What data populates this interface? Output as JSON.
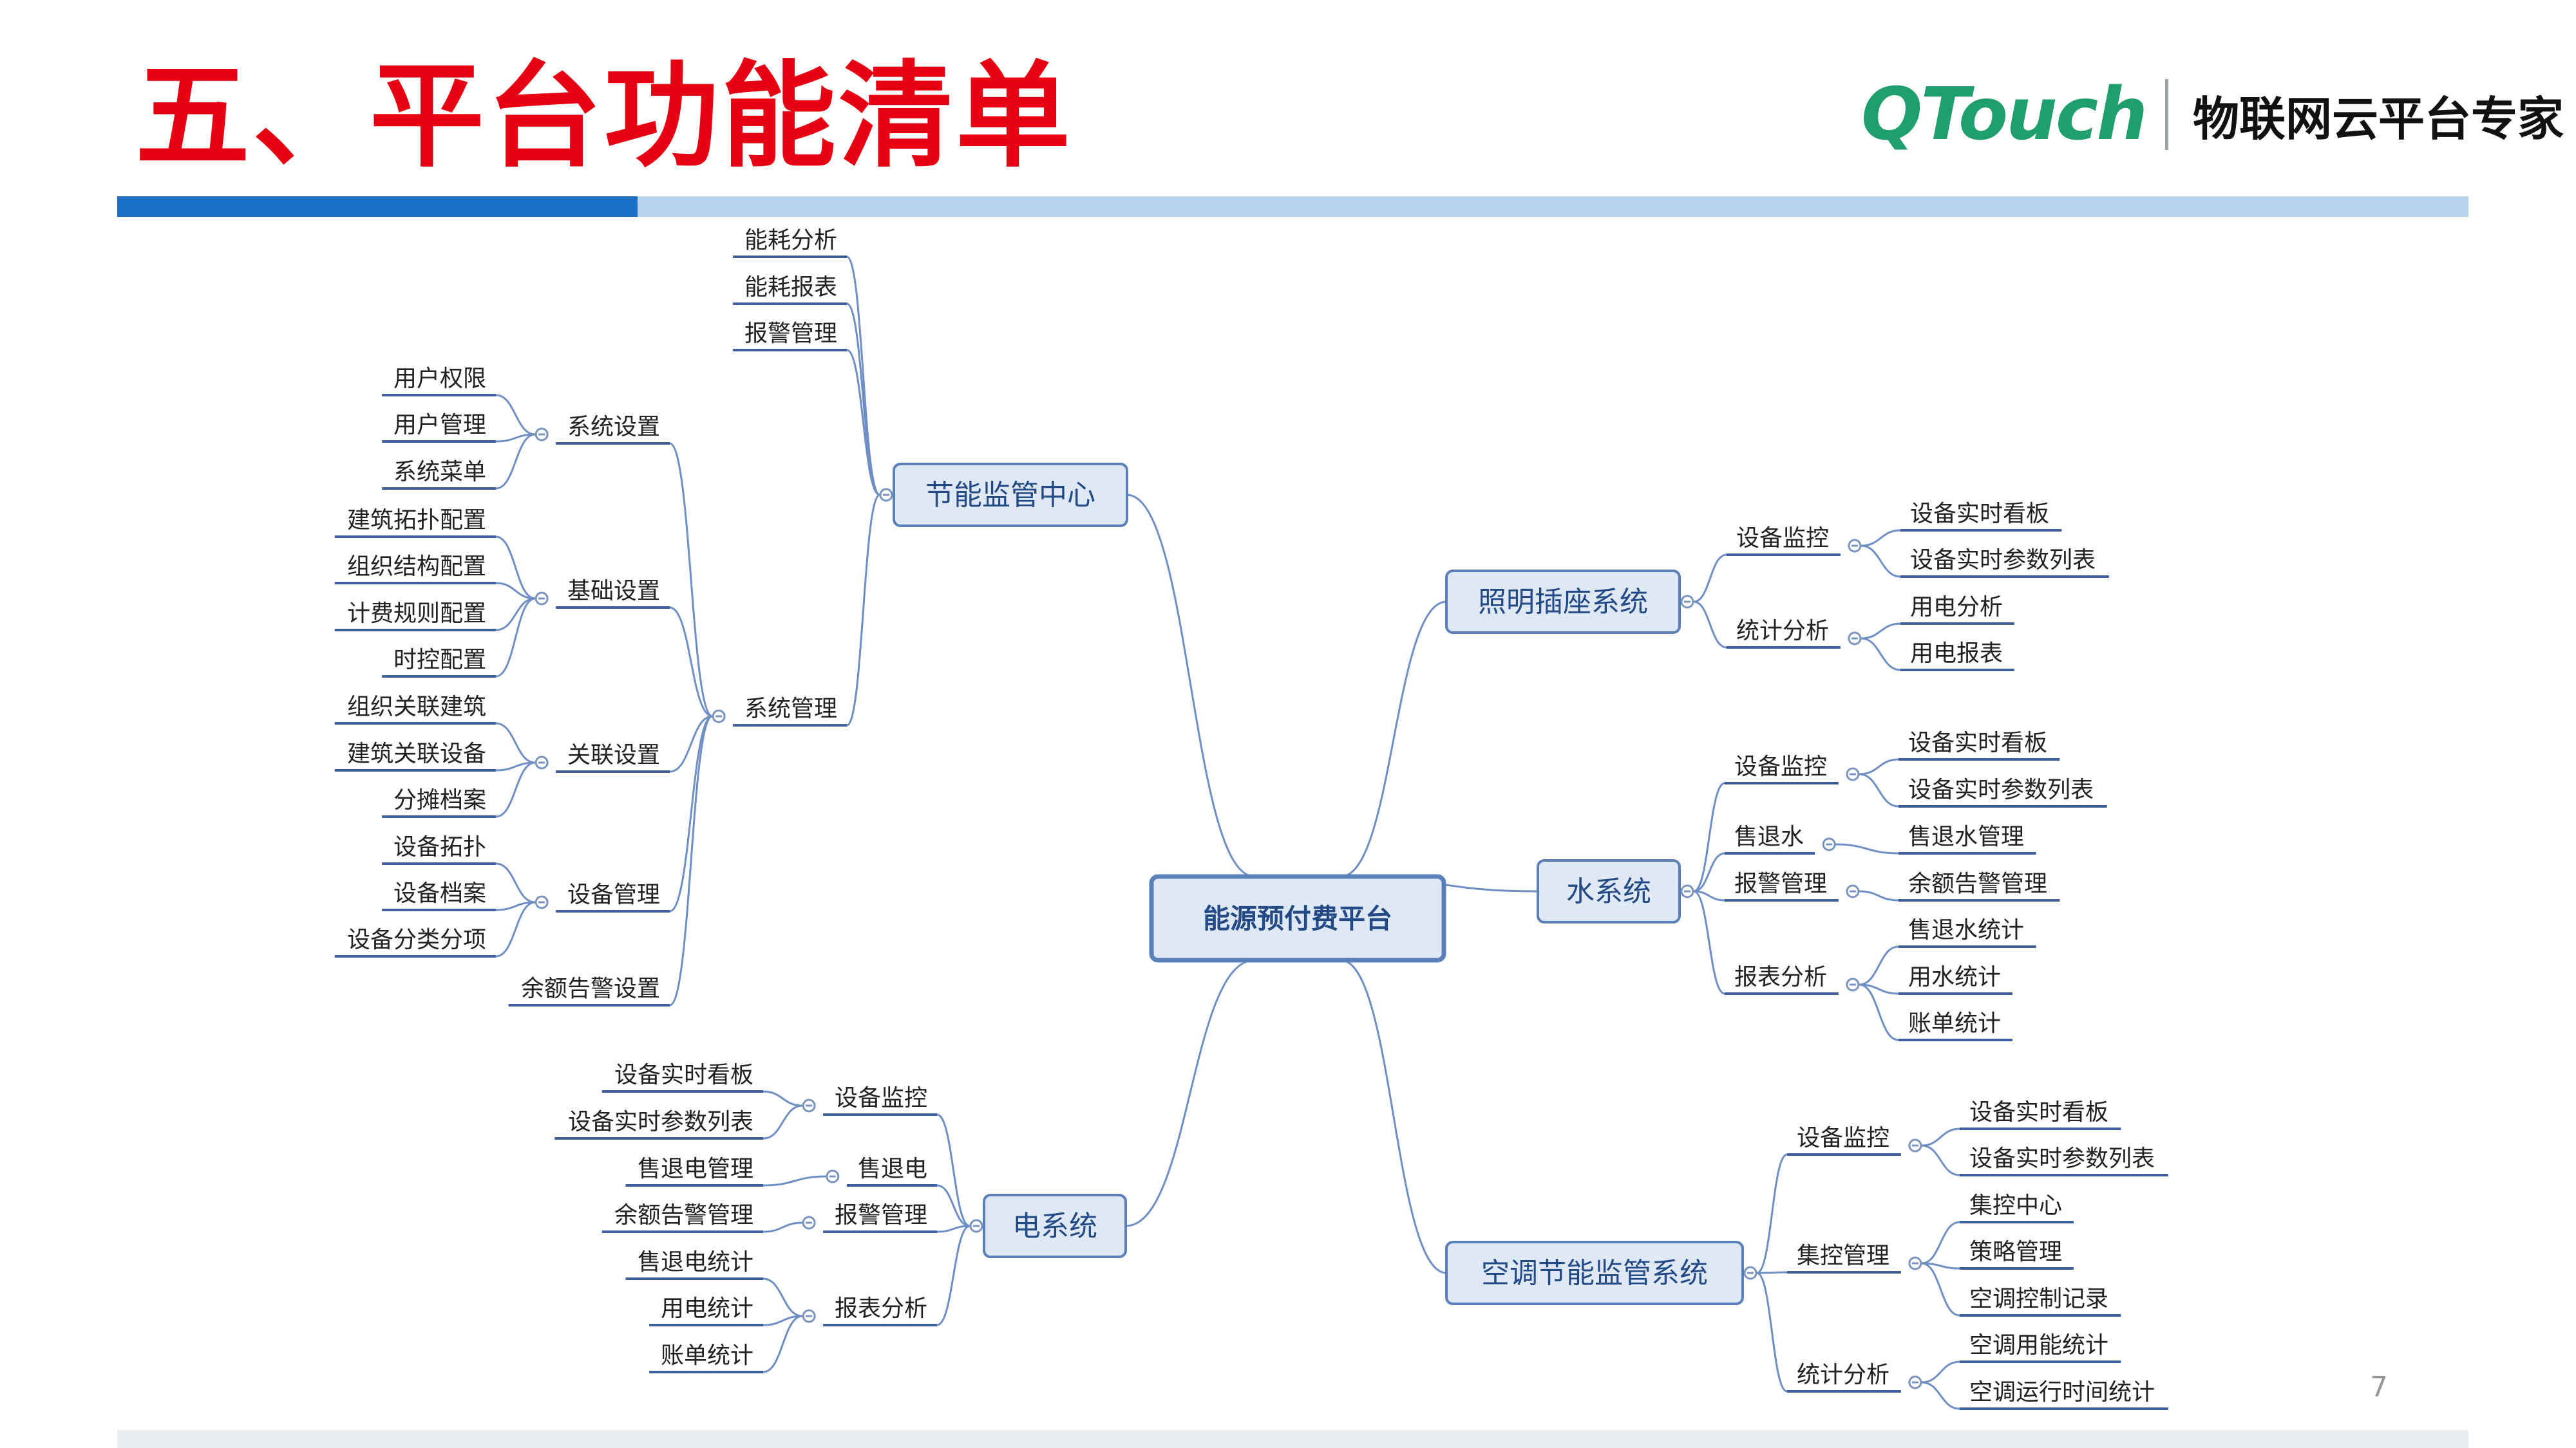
{
  "slide": {
    "title": "五、平台功能清单",
    "page_number": "7"
  },
  "logo": {
    "brand": "QTouch",
    "tagline": "物联网云平台专家"
  },
  "colors": {
    "title": "#e60012",
    "brand": "#1f9e6e",
    "accent_bar": "#1a6fc4",
    "accent_bar_light": "#b9d3ef",
    "node_fill": "#dfe8f5",
    "node_border": "#5b7fb8",
    "line": "#6f8fc4"
  },
  "mindmap": {
    "root": "能源预付费平台",
    "branches": {
      "jienengjianguan": {
        "label": "节能监管中心",
        "children": {
          "nhfx": "能耗分析",
          "nhbb": "能耗报表",
          "bjgl": "报警管理",
          "xtgl": {
            "label": "系统管理",
            "children": {
              "xtsz": {
                "label": "系统设置",
                "items": [
                  "用户权限",
                  "用户管理",
                  "系统菜单"
                ]
              },
              "jcsz": {
                "label": "基础设置",
                "items": [
                  "建筑拓扑配置",
                  "组织结构配置",
                  "计费规则配置",
                  "时控配置"
                ]
              },
              "glsz": {
                "label": "关联设置",
                "items": [
                  "组织关联建筑",
                  "建筑关联设备",
                  "分摊档案"
                ]
              },
              "sbgl": {
                "label": "设备管理",
                "items": [
                  "设备拓扑",
                  "设备档案",
                  "设备分类分项"
                ]
              },
              "yegj": "余额告警设置"
            }
          }
        }
      },
      "zhaoming": {
        "label": "照明插座系统",
        "groups": [
          {
            "label": "设备监控",
            "items": [
              "设备实时看板",
              "设备实时参数列表"
            ]
          },
          {
            "label": "统计分析",
            "items": [
              "用电分析",
              "用电报表"
            ]
          }
        ]
      },
      "shui": {
        "label": "水系统",
        "groups": [
          {
            "label": "设备监控",
            "items": [
              "设备实时看板",
              "设备实时参数列表"
            ]
          },
          {
            "label": "售退水",
            "items": [
              "售退水管理"
            ]
          },
          {
            "label": "报警管理",
            "items": [
              "余额告警管理"
            ]
          },
          {
            "label": "报表分析",
            "items": [
              "售退水统计",
              "用水统计",
              "账单统计"
            ]
          }
        ]
      },
      "dian": {
        "label": "电系统",
        "groups": [
          {
            "label": "设备监控",
            "items": [
              "设备实时看板",
              "设备实时参数列表"
            ]
          },
          {
            "label": "售退电",
            "items": [
              "售退电管理"
            ]
          },
          {
            "label": "报警管理",
            "items": [
              "余额告警管理"
            ]
          },
          {
            "label": "报表分析",
            "items": [
              "售退电统计",
              "用电统计",
              "账单统计"
            ]
          }
        ]
      },
      "kongtiao": {
        "label": "空调节能监管系统",
        "groups": [
          {
            "label": "设备监控",
            "items": [
              "设备实时看板",
              "设备实时参数列表"
            ]
          },
          {
            "label": "集控管理",
            "items": [
              "集控中心",
              "策略管理",
              "空调控制记录"
            ]
          },
          {
            "label": "统计分析",
            "items": [
              "空调用能统计",
              "空调运行时间统计"
            ]
          }
        ]
      }
    }
  }
}
